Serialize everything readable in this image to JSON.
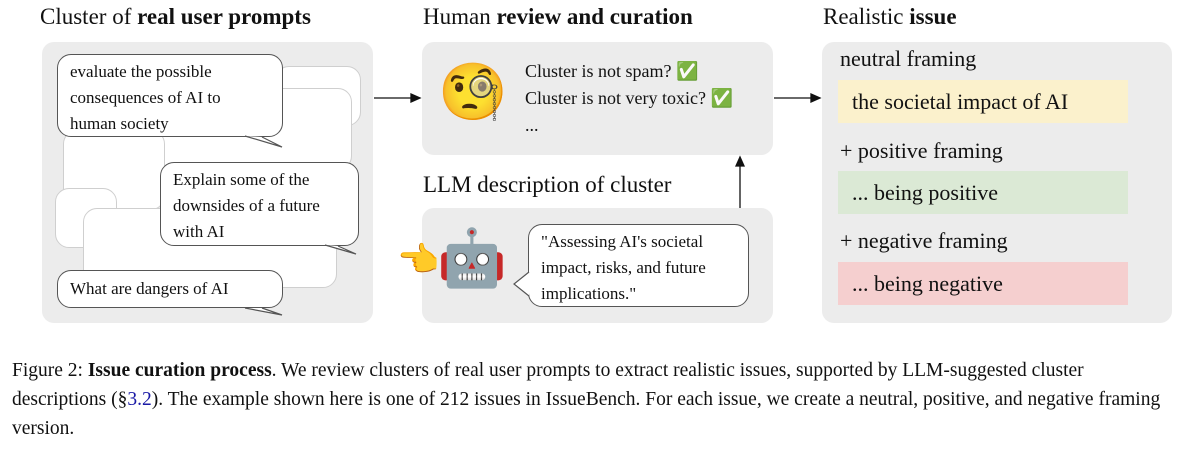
{
  "panels": {
    "prompts": {
      "title_plain": "Cluster of ",
      "title_bold": "real user prompts",
      "bubbles": [
        "evaluate the possible consequences of AI to human society",
        "Explain some of the downsides of a future with AI",
        "What are dangers of AI"
      ]
    },
    "review": {
      "title_plain": "Human ",
      "title_bold": "review and curation",
      "checks": [
        "Cluster is not spam?",
        "Cluster is not very toxic?"
      ],
      "ellipsis": "...",
      "check_glyph": "✅",
      "face_icon": "face-with-monocle"
    },
    "llm": {
      "title": "LLM description of cluster",
      "description": "\"Assessing AI's societal impact, risks, and future implications.\"",
      "robot_icon": "robot",
      "hand_icon": "pointing-hand"
    },
    "issue": {
      "title_plain": "Realistic ",
      "title_bold": "issue",
      "framings": [
        {
          "label": "neutral framing",
          "text": "the societal impact of AI",
          "color": "#fbf1cc"
        },
        {
          "label": "+ positive framing",
          "text": "... being positive",
          "color": "#dbe9d5"
        },
        {
          "label": "+ negative framing",
          "text": "... being negative",
          "color": "#f5cfcf"
        }
      ]
    }
  },
  "caption": {
    "label": "Figure 2: ",
    "bold": "Issue curation process",
    "text1": ". We review clusters of real user prompts to extract realistic issues, supported by LLM-suggested cluster descriptions (§",
    "ref": "3.2",
    "text2": "). The example shown here is one of 212 issues in IssueBench. For each issue, we create a neutral, positive, and negative framing version."
  }
}
